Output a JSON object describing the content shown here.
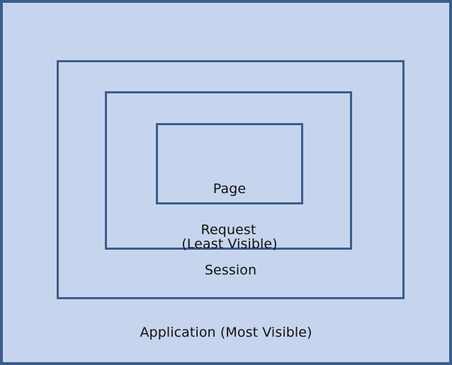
{
  "diagram": {
    "type": "nested-boxes",
    "description": "Concentric rectangles showing state scope visibility from least to most visible",
    "colors": {
      "fill": "#c6d5ed",
      "border": "#3c5c8c",
      "text": "#111111",
      "page_background": "#ffffff"
    },
    "levels": [
      {
        "id": "application",
        "name": "Application",
        "label": "Application (Most Visible)",
        "depth": 0
      },
      {
        "id": "session",
        "name": "Session",
        "label": "Session",
        "depth": 1
      },
      {
        "id": "request",
        "name": "Request",
        "label": "Request",
        "depth": 2
      },
      {
        "id": "page",
        "name": "Page",
        "label_line1": "Page",
        "label_line2": "(Least Visible)",
        "depth": 3
      }
    ]
  }
}
